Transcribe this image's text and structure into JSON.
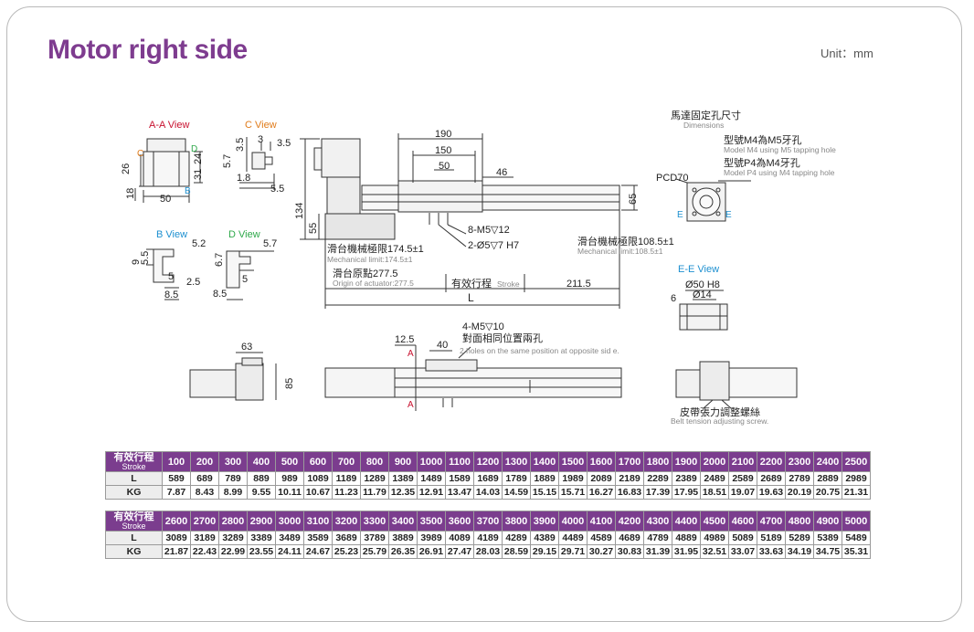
{
  "header": {
    "title": "Motor right side",
    "unit": "Unit：mm"
  },
  "views": {
    "aa": "A-A View",
    "c": "C View",
    "b": "B View",
    "d": "D View",
    "ee": "E-E View"
  },
  "markers": {
    "c": "C",
    "d": "D",
    "b": "B",
    "e": "E",
    "a": "A"
  },
  "dims": {
    "aa_26": "26",
    "aa_31": "31",
    "aa_24": "24",
    "aa_18": "18",
    "aa_50": "50",
    "c_3": "3",
    "c_35a": "3.5",
    "c_35b": "3.5",
    "c_57": "5.7",
    "c_18": "1.8",
    "c_55": "5.5",
    "b_9": "9",
    "b_55": "5.5",
    "b_52": "5.2",
    "b_5": "5",
    "b_25": "2.5",
    "b_85": "8.5",
    "d_67": "6.7",
    "d_57": "5.7",
    "d_5": "5",
    "d_85": "8.5",
    "m_190": "190",
    "m_150": "150",
    "m_50": "50",
    "m_46": "46",
    "m_65": "65",
    "m_134": "134",
    "m_55": "55",
    "m_2115": "211.5",
    "ee_6": "6",
    "f_63": "63",
    "f_85": "85",
    "f_125": "12.5",
    "f_40": "40"
  },
  "labels": {
    "m5": "8-M5▽12",
    "hole": "2-Ø5▽7 H7",
    "mech_left_cn": "滑台機械極限174.5±1",
    "mech_left_en": "Mechanical limit:174.5±1",
    "origin_cn": "滑台原點277.5",
    "origin_en": "Origin of actuator:277.5",
    "stroke_cn": "有效行程",
    "stroke_en": "Stroke",
    "length": "L",
    "mech_right_cn": "滑台機械極限108.5±1",
    "mech_right_en": "Mechanical limit:108.5±1",
    "motor_dim_cn": "馬達固定孔尺寸",
    "motor_dim_en": "Dimensions",
    "m4_cn": "型號M4為M5牙孔",
    "m4_en": "Model M4 using M5 tapping hole",
    "p4_cn": "型號P4為M4牙孔",
    "p4_en": "Model P4 using M4 tapping hole",
    "pcd": "PCD70",
    "ee_phi50": "Ø50 H8",
    "ee_phi14": "Ø14",
    "front_m5": "4-M5▽10",
    "front_cn": "對面相同位置兩孔",
    "front_en": "2 holes on the same position at opposite sid  e.",
    "belt_cn": "皮帶張力調整螺絲",
    "belt_en": "Belt tension adjusting screw."
  },
  "table1": {
    "label_cn": "有效行程",
    "label_en": "Stroke",
    "strokes": [
      "100",
      "200",
      "300",
      "400",
      "500",
      "600",
      "700",
      "800",
      "900",
      "1000",
      "1100",
      "1200",
      "1300",
      "1400",
      "1500",
      "1600",
      "1700",
      "1800",
      "1900",
      "2000",
      "2100",
      "2200",
      "2300",
      "2400",
      "2500"
    ],
    "rows": [
      {
        "name": "L",
        "values": [
          "589",
          "689",
          "789",
          "889",
          "989",
          "1089",
          "1189",
          "1289",
          "1389",
          "1489",
          "1589",
          "1689",
          "1789",
          "1889",
          "1989",
          "2089",
          "2189",
          "2289",
          "2389",
          "2489",
          "2589",
          "2689",
          "2789",
          "2889",
          "2989"
        ]
      },
      {
        "name": "KG",
        "values": [
          "7.87",
          "8.43",
          "8.99",
          "9.55",
          "10.11",
          "10.67",
          "11.23",
          "11.79",
          "12.35",
          "12.91",
          "13.47",
          "14.03",
          "14.59",
          "15.15",
          "15.71",
          "16.27",
          "16.83",
          "17.39",
          "17.95",
          "18.51",
          "19.07",
          "19.63",
          "20.19",
          "20.75",
          "21.31"
        ]
      }
    ]
  },
  "table2": {
    "label_cn": "有效行程",
    "label_en": "Stroke",
    "strokes": [
      "2600",
      "2700",
      "2800",
      "2900",
      "3000",
      "3100",
      "3200",
      "3300",
      "3400",
      "3500",
      "3600",
      "3700",
      "3800",
      "3900",
      "4000",
      "4100",
      "4200",
      "4300",
      "4400",
      "4500",
      "4600",
      "4700",
      "4800",
      "4900",
      "5000"
    ],
    "rows": [
      {
        "name": "L",
        "values": [
          "3089",
          "3189",
          "3289",
          "3389",
          "3489",
          "3589",
          "3689",
          "3789",
          "3889",
          "3989",
          "4089",
          "4189",
          "4289",
          "4389",
          "4489",
          "4589",
          "4689",
          "4789",
          "4889",
          "4989",
          "5089",
          "5189",
          "5289",
          "5389",
          "5489"
        ]
      },
      {
        "name": "KG",
        "values": [
          "21.87",
          "22.43",
          "22.99",
          "23.55",
          "24.11",
          "24.67",
          "25.23",
          "25.79",
          "26.35",
          "26.91",
          "27.47",
          "28.03",
          "28.59",
          "29.15",
          "29.71",
          "30.27",
          "30.83",
          "31.39",
          "31.95",
          "32.51",
          "33.07",
          "33.63",
          "34.19",
          "34.75",
          "35.31"
        ]
      }
    ]
  },
  "colors": {
    "title": "#7e3c8f",
    "view_red": "#c8102e",
    "view_orange": "#e07b1a",
    "view_green": "#2ea84a",
    "view_blue": "#1c8fd0",
    "table_header": "#7b3d8e"
  }
}
